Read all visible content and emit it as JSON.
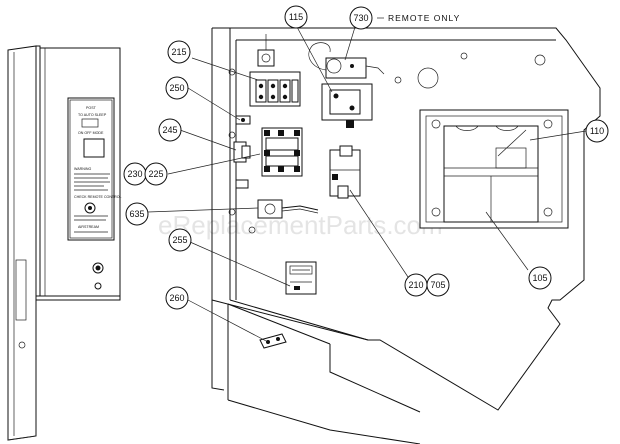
{
  "watermark": "eReplacementParts.com",
  "remote_note": "REMOTE ONLY",
  "callouts": [
    "730",
    "115",
    "215",
    "250",
    "245",
    "230",
    "225",
    "635",
    "255",
    "260",
    "210",
    "705",
    "110",
    "105"
  ],
  "panel_text": {
    "line1": "POST",
    "line2": "TO AUTO SLEEP",
    "line3": "ON   OFF   MODE",
    "warning_title": "WARNING",
    "remote_label": "CHECK REMOTE CONTROL",
    "footer": "AIRSTREAM"
  }
}
